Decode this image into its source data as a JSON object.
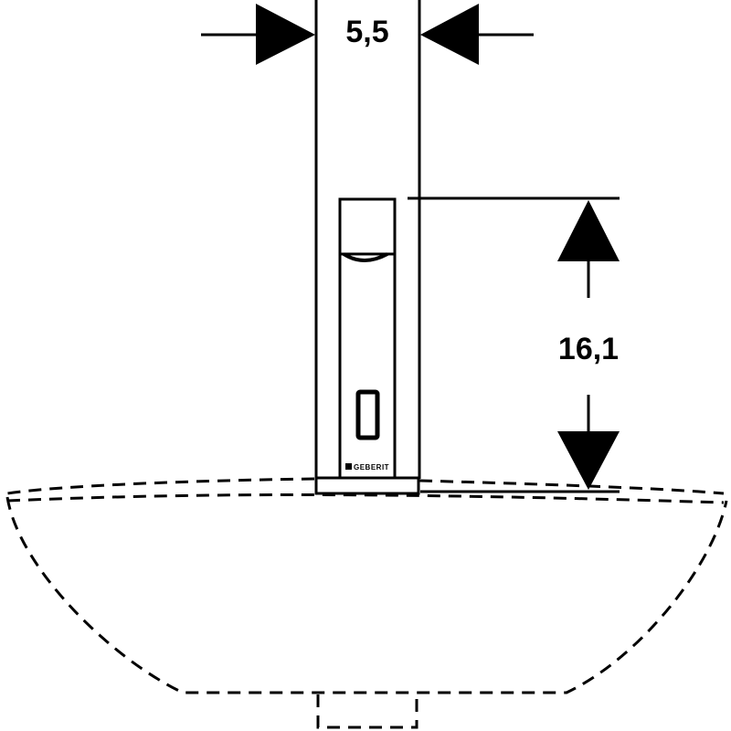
{
  "dimensions": {
    "width_label": "5,5",
    "height_label": "16,1"
  },
  "faucet": {
    "brand_label": "GEBERIT"
  },
  "colors": {
    "line": "#000000",
    "background": "#ffffff"
  }
}
